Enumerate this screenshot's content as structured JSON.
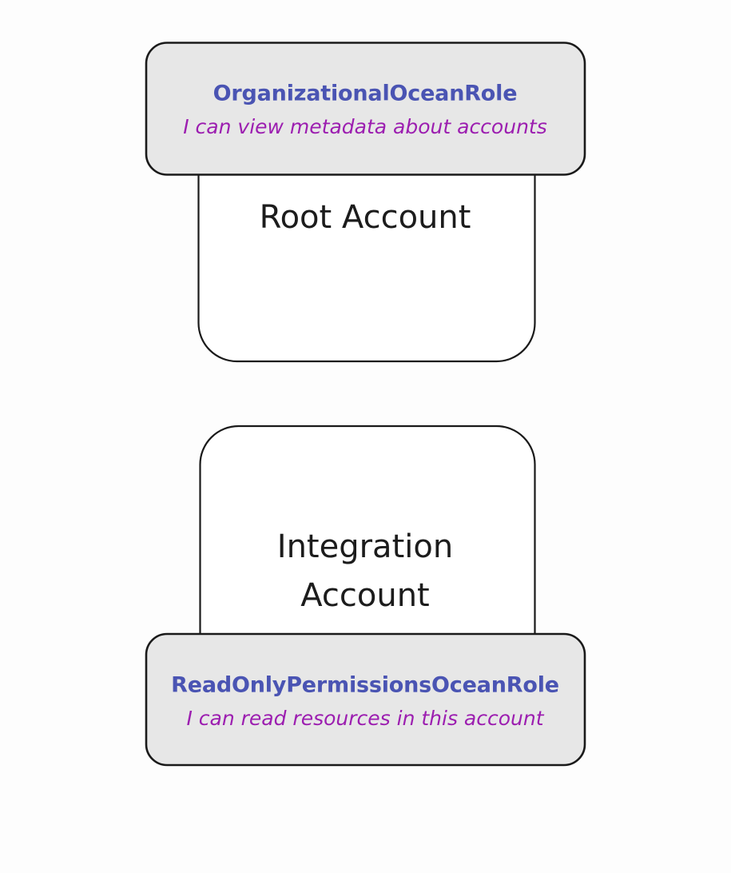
{
  "diagram": {
    "background_color": "#fdfdfd",
    "accounts": [
      {
        "id": "root-account",
        "label_line1": "Root Account",
        "label_line2": "",
        "box_fill": "#ffffff",
        "box_stroke": "#1a1a1a"
      },
      {
        "id": "integration-account",
        "label_line1": "Integration",
        "label_line2": "Account",
        "box_fill": "#ffffff",
        "box_stroke": "#1a1a1a"
      }
    ],
    "roles": [
      {
        "id": "organizational-ocean-role",
        "title": "OrganizationalOceanRole",
        "description": "I can view metadata about accounts",
        "title_color": "#4a54b3",
        "description_color": "#9c1eb0",
        "box_fill": "#e7e7e7",
        "box_stroke": "#1a1a1a",
        "attached_to": "Root Account",
        "position": "top"
      },
      {
        "id": "readonly-permissions-ocean-role",
        "title": "ReadOnlyPermissionsOceanRole",
        "description": "I can read resources in this account",
        "title_color": "#4a54b3",
        "description_color": "#9c1eb0",
        "box_fill": "#e7e7e7",
        "box_stroke": "#1a1a1a",
        "attached_to": "Integration Account",
        "position": "bottom"
      }
    ]
  }
}
